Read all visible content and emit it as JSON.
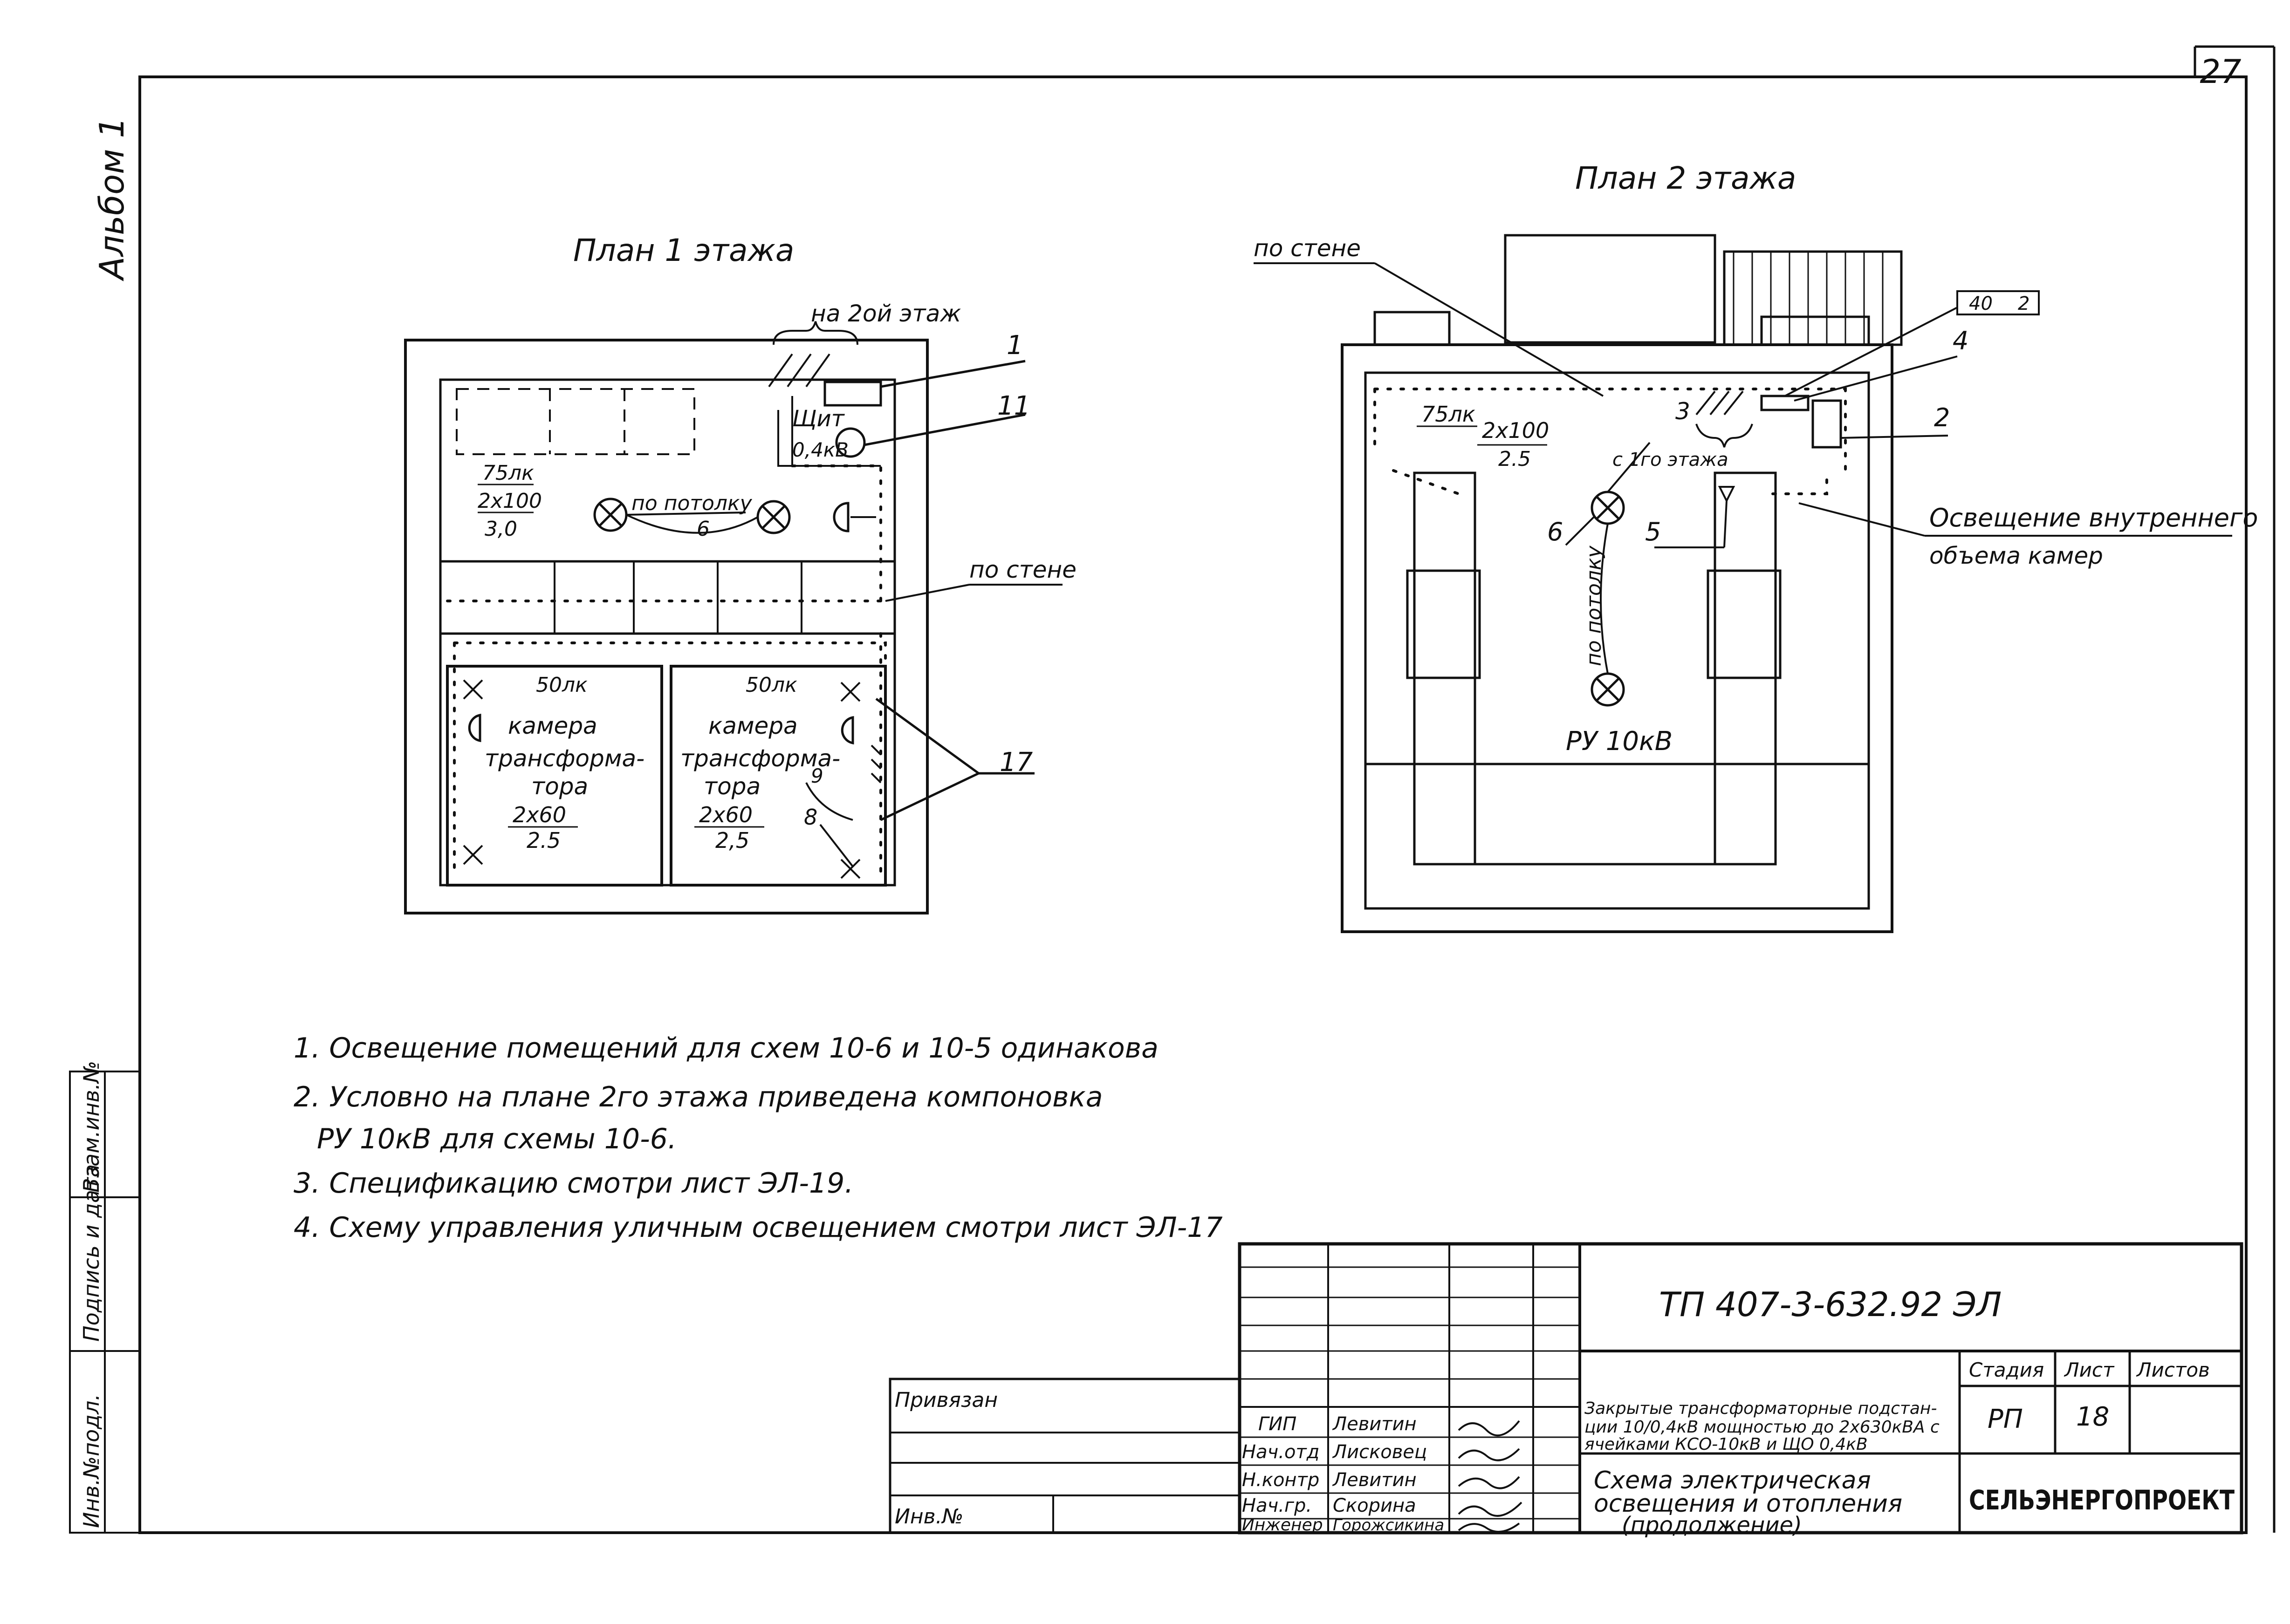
{
  "page_number": "27",
  "album_label": "Альбом 1",
  "side_stamp": [
    "Инв.№подл.",
    "Подпись и дата",
    "Взам.инв.№"
  ],
  "plan1": {
    "title": "План 1 этажа",
    "to_second_floor": "на 2ой этаж",
    "panel_label": "Щит",
    "panel_voltage": "0,4кВ",
    "lux_top": "75лк",
    "lamp_top": "2х100",
    "height_top": "3,0",
    "ceiling_label": "по потолку",
    "ceiling_num": "6",
    "wall_label": "по стене",
    "cam_lux": "50лк",
    "cam_line1": "камера",
    "cam_line2": "трансформа-",
    "cam_line3": "тора",
    "cam_lamp": "2х60",
    "cam_height_left": "2.5",
    "cam_height_right": "2,5",
    "mark1": "1",
    "mark11": "11",
    "mark17": "17",
    "mark8": "8",
    "mark9": "9"
  },
  "plan2": {
    "title": "План 2 этажа",
    "wall_label": "по стене",
    "mark_40": "40",
    "mark_2_box": "2",
    "mark4": "4",
    "mark2": "2",
    "mark3": "3",
    "mark5": "5",
    "mark6": "6",
    "lux": "75лк",
    "lamp": "2х100",
    "height": "2.5",
    "from_first": "с 1го этажа",
    "ceiling_label": "по потолку",
    "ru": "РУ 10кВ",
    "callout_line1": "Освещение внутреннего",
    "callout_line2": "объема    камер"
  },
  "notes": [
    "1. Освещение помещений для схем 10-6 и 10-5 одинакова",
    "2. Условно на плане 2го этажа приведена компоновка",
    "РУ 10кВ для схемы 10-6.",
    "3. Спецификацию смотри лист ЭЛ-19.",
    "4. Схему управления уличным освещением смотри лист ЭЛ-17"
  ],
  "title_block": {
    "doc_code": "ТП 407-3-632.92  ЭЛ",
    "privyazan": "Привязан",
    "inv_no": "Инв.№",
    "roles": [
      "ГИП",
      "Нач.отд",
      "Н.контр",
      "Нач.гр.",
      "Инженер"
    ],
    "names": [
      "Левитин",
      "Лисковец",
      "Левитин",
      "Скорина",
      "Горожсикина"
    ],
    "project_title": [
      "Закрытые трансформаторные подстан-",
      "ции 10/0,4кВ мощностью до 2х630кВА с",
      "ячейками КСО-10кВ и ЩО 0,4кВ"
    ],
    "sheet_title": [
      "Схема электрическая",
      "освещения и отопления",
      "(продолжение)"
    ],
    "stage_header": "Стадия",
    "sheet_header": "Лист",
    "sheets_header": "Листов",
    "stage": "РП",
    "sheet": "18",
    "sheets": "",
    "org": "СЕЛЬЭНЕРГОПРОЕКТ"
  }
}
